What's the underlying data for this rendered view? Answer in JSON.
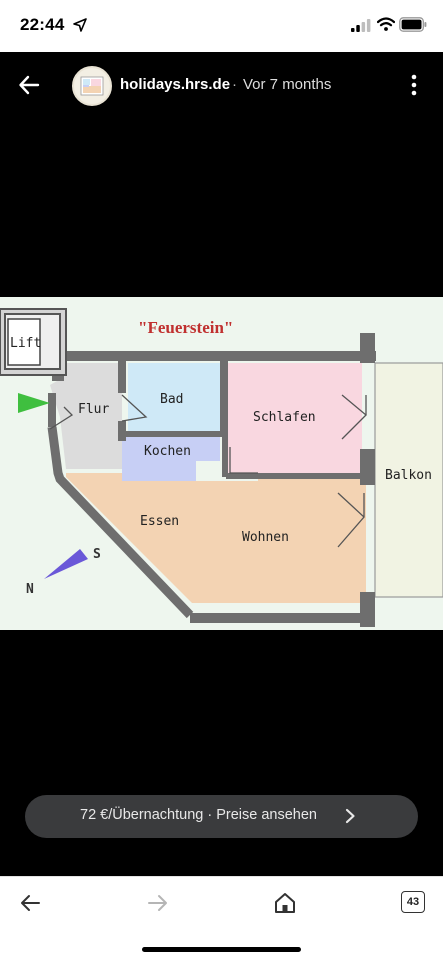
{
  "status_bar": {
    "time": "22:44"
  },
  "header": {
    "source": "holidays.hrs.de",
    "separator": "·",
    "age": "Vor 7 months"
  },
  "floorplan": {
    "title": "\"Feuerstein\"",
    "rooms": {
      "lift": "Lift",
      "flur": "Flur",
      "bad": "Bad",
      "kochen": "Kochen",
      "schlafen": "Schlafen",
      "essen": "Essen",
      "wohnen": "Wohnen",
      "balkon": "Balkon"
    },
    "compass": {
      "south": "S",
      "north": "N"
    },
    "colors": {
      "bad": "#cfe9f7",
      "kochen": "#c7cff5",
      "schlafen": "#f9d7e0",
      "living": "#f3d3b3",
      "flur": "#dcdcdc",
      "balkon": "#f1f3e3",
      "wall": "#6e6e6e",
      "title": "#c0302f",
      "entry_arrow": "#3fbf3f",
      "compass": "#6a58d8"
    }
  },
  "price_bar": {
    "label": "72 €/Übernachtung · Preise ansehen"
  },
  "bottom_nav": {
    "tab_count": "43"
  }
}
